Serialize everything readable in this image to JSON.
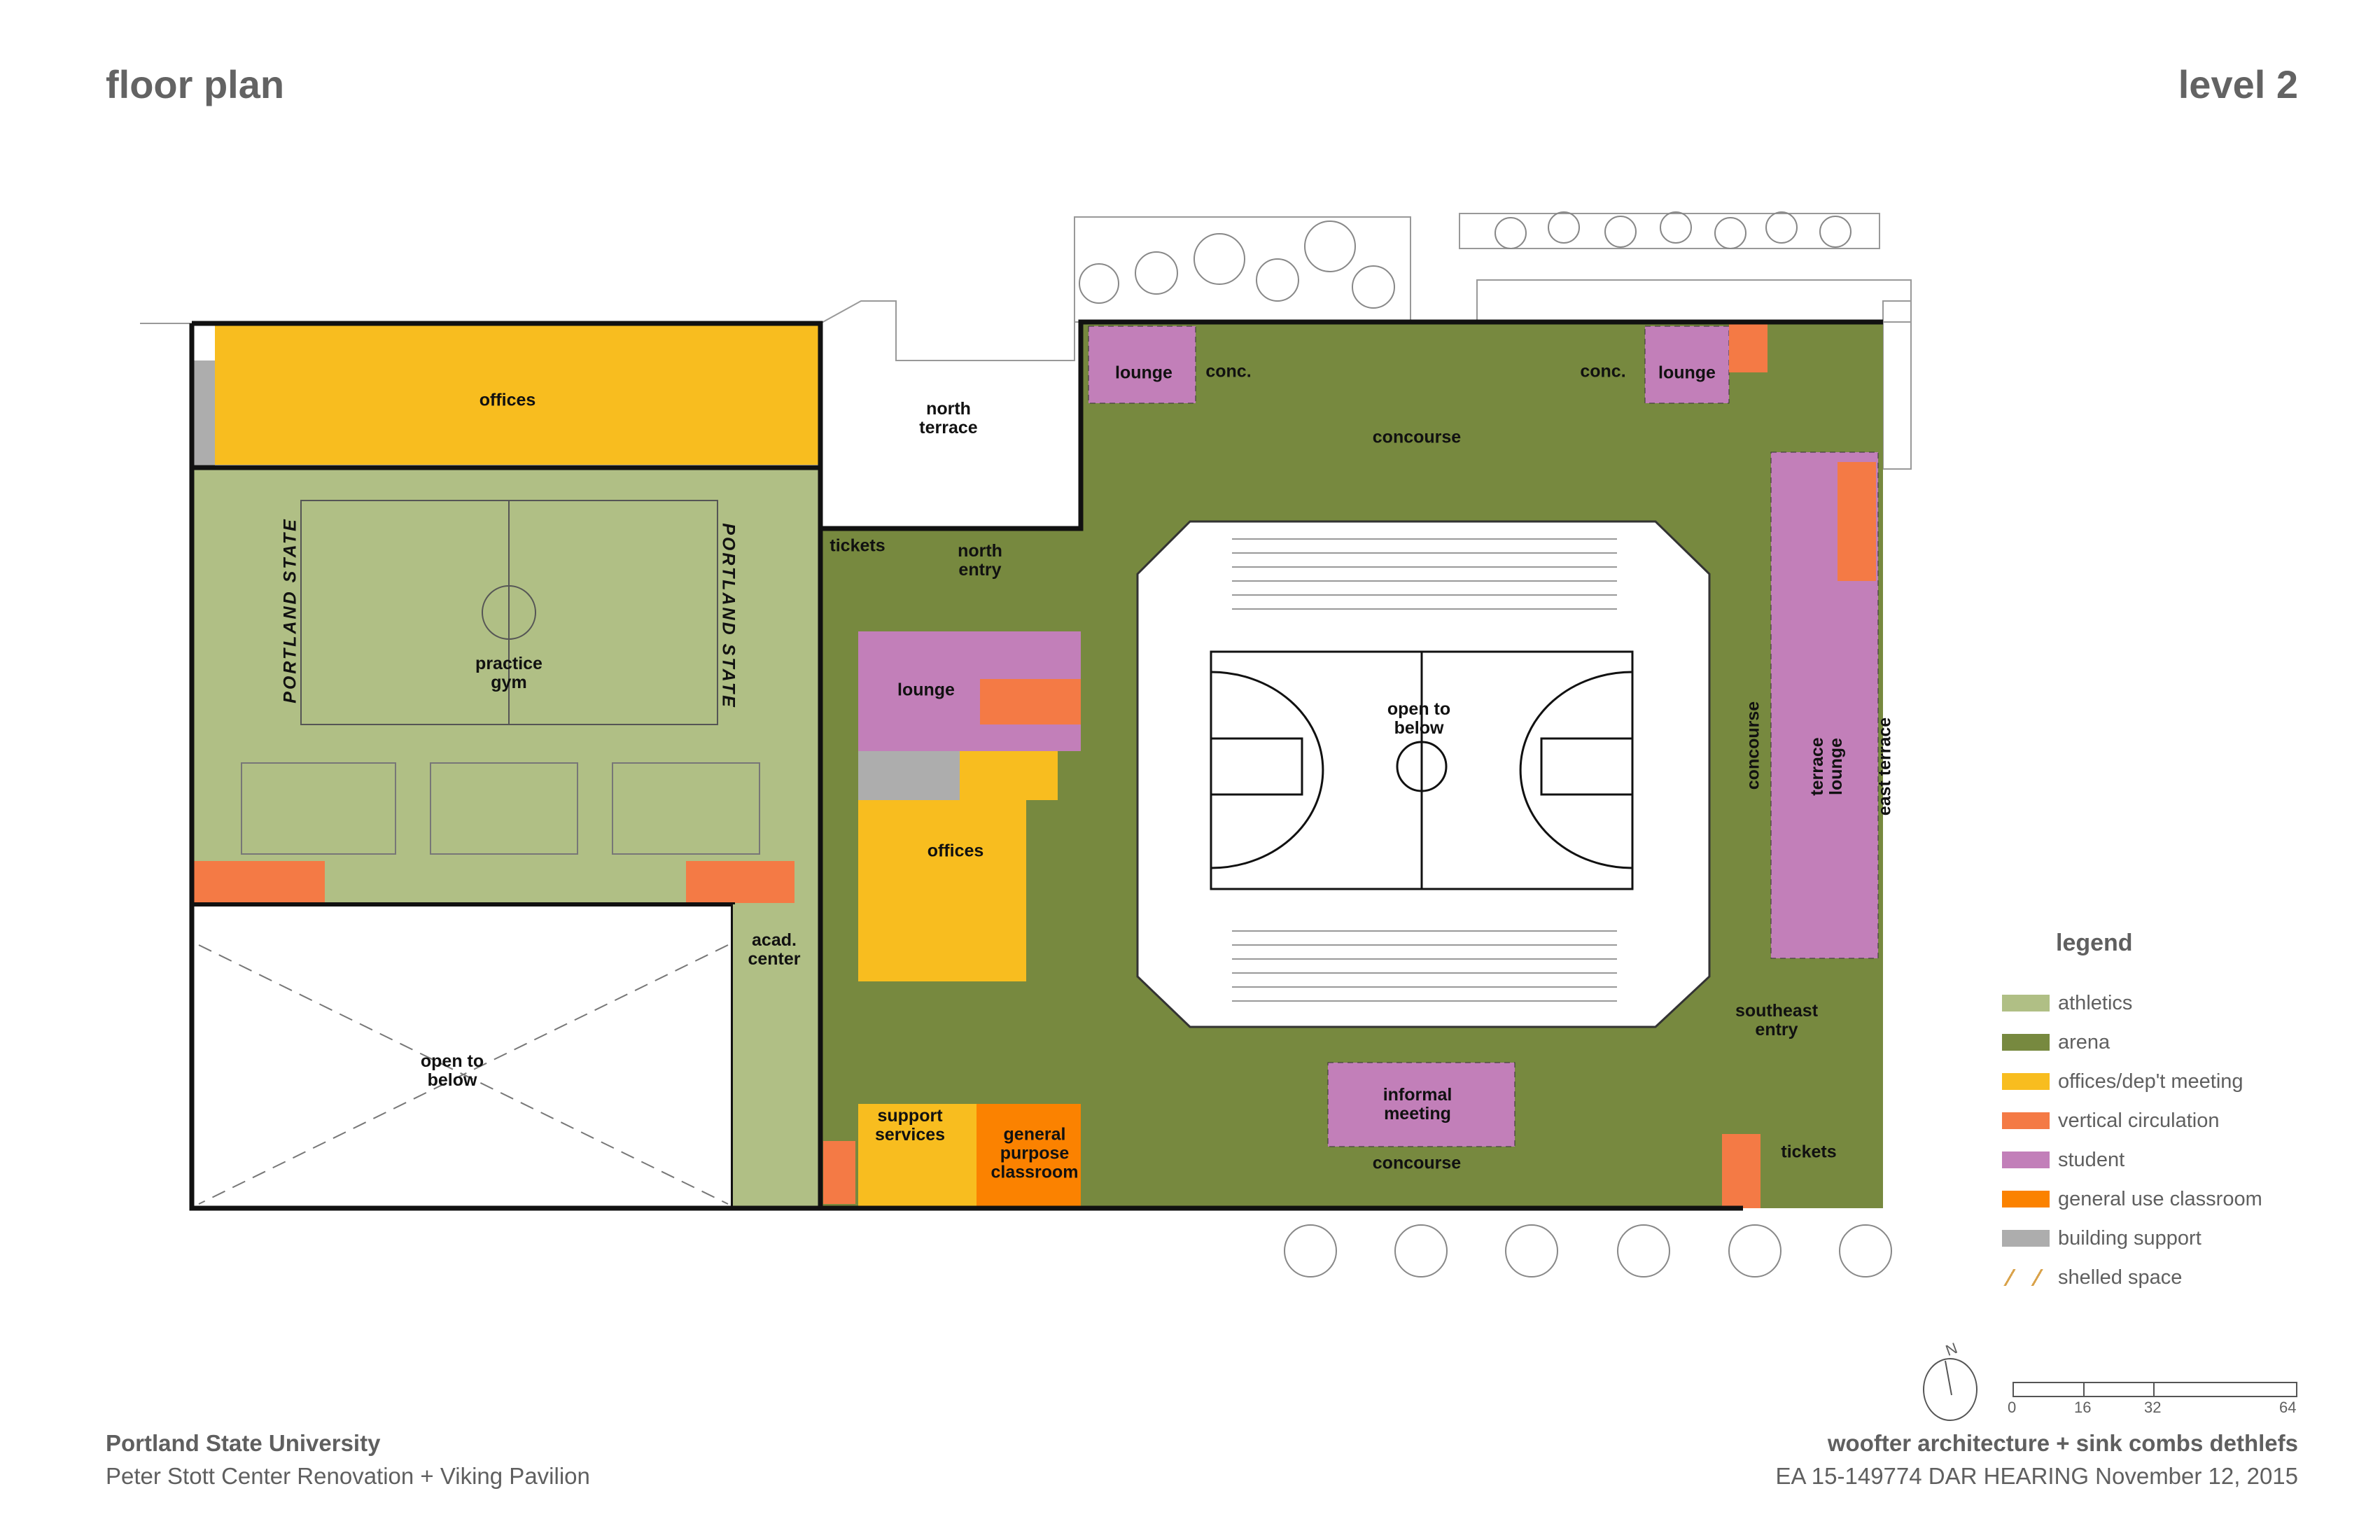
{
  "header": {
    "title": "floor plan",
    "level": "level 2"
  },
  "colors": {
    "athletics": "#b0bf85",
    "arena": "#77893f",
    "offices": "#f8bd1f",
    "vertical_circulation": "#f47a45",
    "student": "#c27fb9",
    "classroom": "#fb8200",
    "building_support": "#adadad",
    "wall": "#111111"
  },
  "rooms": {
    "offices_north": "offices",
    "north_terrace": "north\nterrace",
    "tickets_north": "tickets",
    "north_entry": "north\nentry",
    "portland_state_left": "PORTLAND STATE",
    "portland_state_right": "PORTLAND STATE",
    "practice_gym": "practice\ngym",
    "lounge_center": "lounge",
    "lounge_nw": "lounge",
    "conc_nw": "conc.",
    "conc_ne": "conc.",
    "lounge_ne": "lounge",
    "concourse_north": "concourse",
    "open_to_below_court": "open to\nbelow",
    "offices_center": "offices",
    "concourse_east": "concourse",
    "terrace_lounge": "terrace\nlounge",
    "east_terrace": "east terrace",
    "acad_center": "acad.\ncenter",
    "open_to_below_west": "open to\nbelow",
    "southeast_entry": "southeast\nentry",
    "informal_meeting": "informal\nmeeting",
    "support_services": "support\nservices",
    "general_purpose_classroom": "general\npurpose\nclassroom",
    "concourse_south": "concourse",
    "tickets_southeast": "tickets"
  },
  "legend": {
    "title": "legend",
    "items": [
      {
        "label": "athletics",
        "color": "#b0bf85"
      },
      {
        "label": "arena",
        "color": "#77893f"
      },
      {
        "label": "offices/dep't meeting",
        "color": "#f8bd1f"
      },
      {
        "label": "vertical circulation",
        "color": "#f47a45"
      },
      {
        "label": "student",
        "color": "#c27fb9"
      },
      {
        "label": "general use classroom",
        "color": "#fb8200"
      },
      {
        "label": "building support",
        "color": "#adadad"
      },
      {
        "label": "shelled space",
        "color": "hatch"
      }
    ]
  },
  "scale": {
    "ticks": [
      "0",
      "16",
      "32",
      "64"
    ],
    "north_label": "N"
  },
  "footer": {
    "org": "Portland State University",
    "project": "Peter Stott Center Renovation + Viking Pavilion",
    "firms": "woofter architecture + sink combs dethlefs",
    "hearing": "EA 15-149774 DAR HEARING November 12, 2015"
  }
}
